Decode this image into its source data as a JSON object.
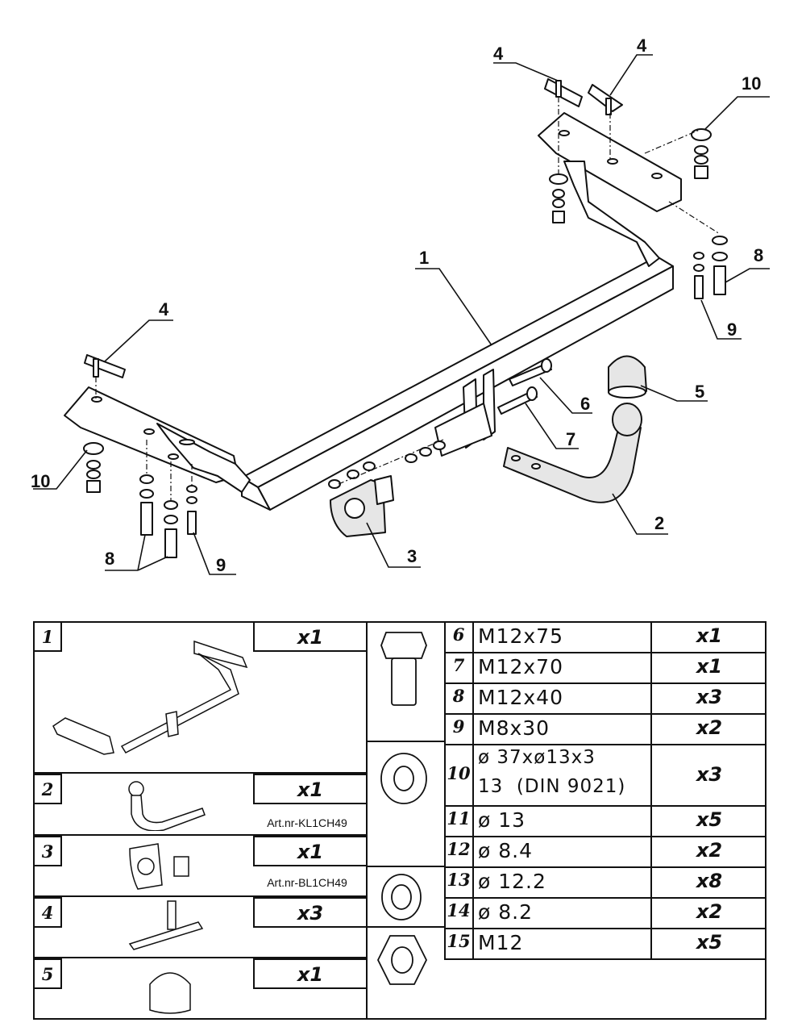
{
  "callouts": {
    "c1": "1",
    "c2": "2",
    "c3": "3",
    "c4a": "4",
    "c4b": "4",
    "c4c": "4",
    "c5": "5",
    "c6": "6",
    "c7": "7",
    "c8a": "8",
    "c8b": "8",
    "c9a": "9",
    "c9b": "9",
    "c10a": "10",
    "c10b": "10"
  },
  "table": {
    "left": [
      {
        "num": "1",
        "qty": "x1",
        "art": ""
      },
      {
        "num": "2",
        "qty": "x1",
        "art": "Art.nr-KL1CH49"
      },
      {
        "num": "3",
        "qty": "x1",
        "art": "Art.nr-BL1CH49"
      },
      {
        "num": "4",
        "qty": "x3",
        "art": ""
      },
      {
        "num": "5",
        "qty": "x1",
        "art": ""
      }
    ],
    "right": [
      {
        "num": "6",
        "spec": "M12x75",
        "spec2": "",
        "qty": "x1"
      },
      {
        "num": "7",
        "spec": "M12x70",
        "spec2": "",
        "qty": "x1"
      },
      {
        "num": "8",
        "spec": "M12x40",
        "spec2": "",
        "qty": "x3"
      },
      {
        "num": "9",
        "spec": "M8x30",
        "spec2": "",
        "qty": "x2"
      },
      {
        "num": "10",
        "spec": "ø 37xø13x3",
        "spec2": "13  (DIN 9021)",
        "qty": "x3"
      },
      {
        "num": "11",
        "spec": "ø 13",
        "spec2": "",
        "qty": "x5"
      },
      {
        "num": "12",
        "spec": "ø 8.4",
        "spec2": "",
        "qty": "x2"
      },
      {
        "num": "13",
        "spec": "ø 12.2",
        "spec2": "",
        "qty": "x8"
      },
      {
        "num": "14",
        "spec": "ø 8.2",
        "spec2": "",
        "qty": "x2"
      },
      {
        "num": "15",
        "spec": "M12",
        "spec2": "",
        "qty": "x5"
      }
    ]
  }
}
